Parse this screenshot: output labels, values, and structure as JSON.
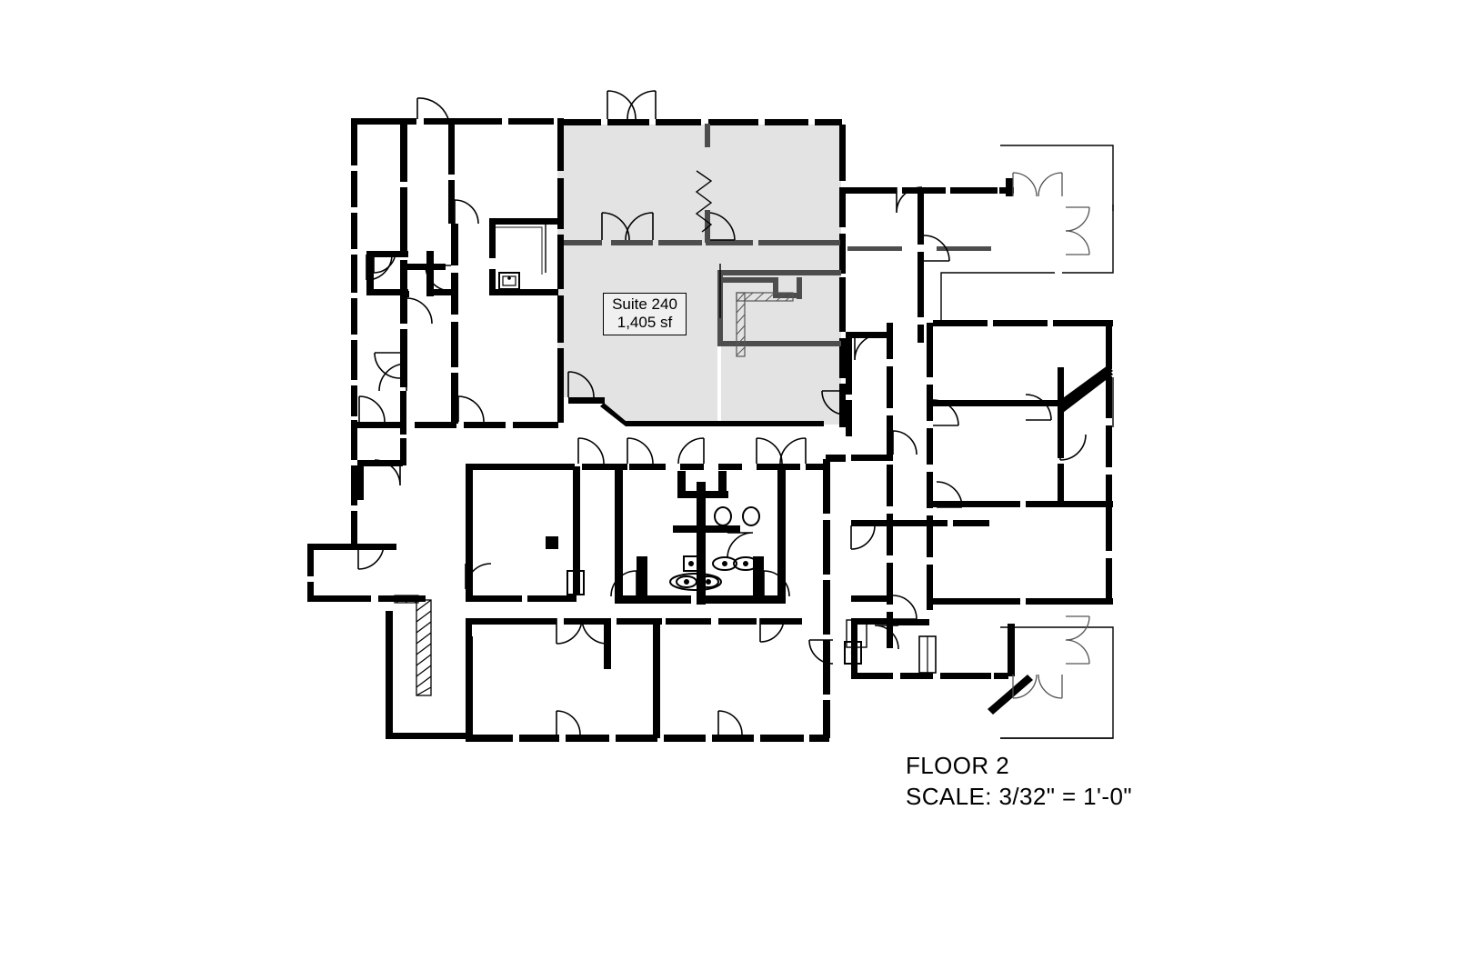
{
  "document": {
    "type": "architectural-floor-plan",
    "title_block": {
      "floor_label": "FLOOR 2",
      "scale_label": "SCALE: 3/32\" = 1'-0\""
    }
  },
  "suite_label": {
    "name": "Suite 240",
    "area": "1,405 sf"
  },
  "colors": {
    "wall": "#000000",
    "wall_interior": "#4d4d4d",
    "suite_highlight": "#e3e3e3",
    "background": "#ffffff",
    "text": "#000000"
  },
  "legend": {
    "highlighted_suite": "Suite 240",
    "highlighted_area_sf": 1405
  }
}
